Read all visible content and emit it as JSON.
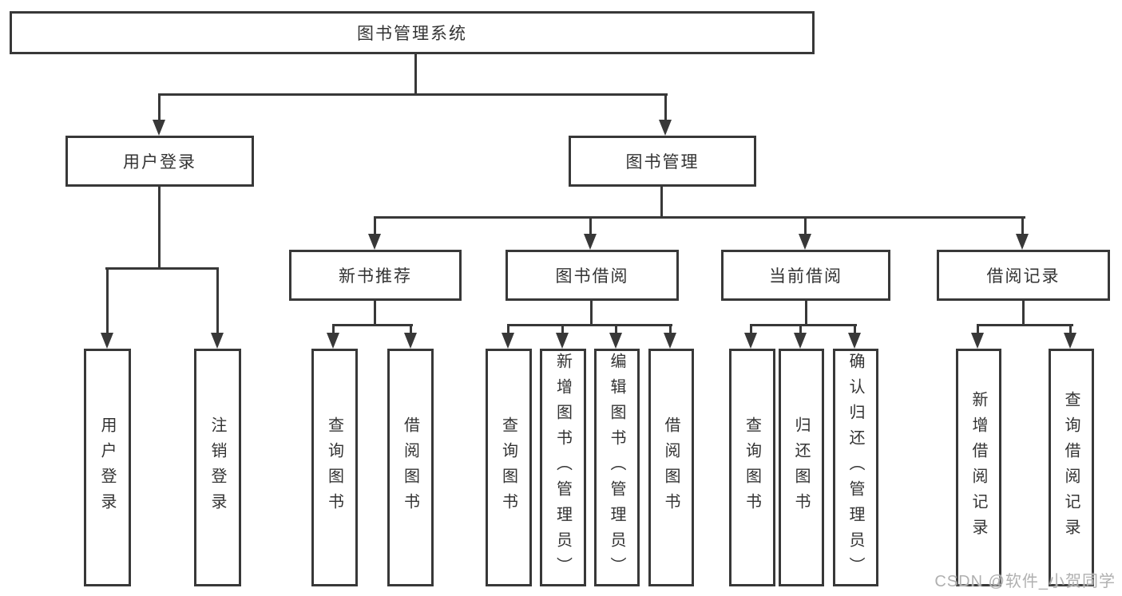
{
  "colors": {
    "line": "#383838",
    "text": "#333333",
    "bg": "#ffffff",
    "watermark": "#b0b0b0"
  },
  "watermark": {
    "text": "CSDN @软件_小贺同学"
  },
  "nodes": {
    "root": {
      "label": "图书管理系统"
    },
    "user_login": {
      "label": "用户登录"
    },
    "book_mgmt": {
      "label": "图书管理"
    },
    "new_book_rec": {
      "label": "新书推荐"
    },
    "book_borrow": {
      "label": "图书借阅"
    },
    "current_borrow": {
      "label": "当前借阅"
    },
    "borrow_record": {
      "label": "借阅记录"
    },
    "leaf_user_login": {
      "label": "用户登录"
    },
    "leaf_logout": {
      "label": "注销登录"
    },
    "leaf_query_book_1": {
      "label": "查询图书"
    },
    "leaf_borrow_book_1": {
      "label": "借阅图书"
    },
    "leaf_query_book_2": {
      "label": "查询图书"
    },
    "leaf_add_book": {
      "label": "新增图书（管理员）"
    },
    "leaf_edit_book": {
      "label": "编辑图书（管理员）"
    },
    "leaf_borrow_book_2": {
      "label": "借阅图书"
    },
    "leaf_query_book_3": {
      "label": "查询图书"
    },
    "leaf_return_book": {
      "label": "归还图书"
    },
    "leaf_confirm_return": {
      "label": "确认归还（管理员）"
    },
    "leaf_add_record": {
      "label": "新增借阅记录"
    },
    "leaf_query_record": {
      "label": "查询借阅记录"
    }
  },
  "hierarchy": {
    "图书管理系统": {
      "用户登录": [
        "用户登录",
        "注销登录"
      ],
      "图书管理": {
        "新书推荐": [
          "查询图书",
          "借阅图书"
        ],
        "图书借阅": [
          "查询图书",
          "新增图书（管理员）",
          "编辑图书（管理员）",
          "借阅图书"
        ],
        "当前借阅": [
          "查询图书",
          "归还图书",
          "确认归还（管理员）"
        ],
        "借阅记录": [
          "新增借阅记录",
          "查询借阅记录"
        ]
      }
    }
  }
}
